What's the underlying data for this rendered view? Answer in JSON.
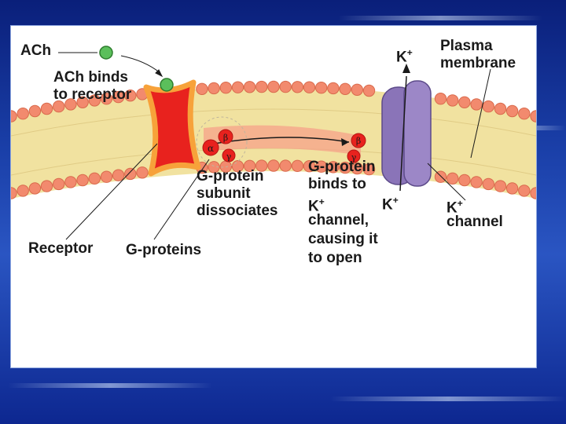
{
  "labels": {
    "ach": "ACh",
    "ach_binds_1": "ACh binds",
    "ach_binds_2": "to receptor",
    "k_top": "K",
    "k_top_sup": "+",
    "plasma_1": "Plasma",
    "plasma_2": "membrane",
    "gprotein_sub_1": "G-protein",
    "gprotein_sub_2": "subunit",
    "gprotein_sub_3": "dissociates",
    "gbinds_1": "G-protein",
    "gbinds_2": "binds to",
    "gbinds_3": "K",
    "gbinds_3_sup": "+",
    "gbinds_k2": "K",
    "gbinds_k2_sup": "+",
    "gbinds_4": "channel,",
    "gbinds_5": "causing it",
    "gbinds_6": "to open",
    "kchannel_1": "K",
    "kchannel_1_sup": "+",
    "kchannel_2": "channel",
    "receptor": "Receptor",
    "gproteins": "G-proteins"
  },
  "subunits": {
    "alpha": "α",
    "beta": "β",
    "gamma": "γ"
  },
  "colors": {
    "membrane_fill": "#f1e2a0",
    "head": "#f28a6e",
    "receptor": "#e8221e",
    "receptor_outline": "#f7a23a",
    "channel": "#8a74b8",
    "ach_ball": "#5bbf5b"
  }
}
